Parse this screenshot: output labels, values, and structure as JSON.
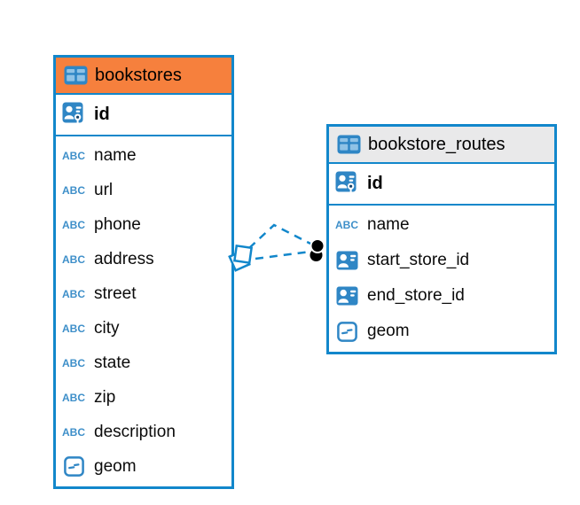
{
  "colors": {
    "table_border_blue": "#1287CB",
    "bookstores_header_bg": "#F6803D",
    "routes_header_bg": "#E9E9EA",
    "icon_fill_blue": "#2F86C5",
    "icon_cell_light_blue": "#8FC2E6",
    "text_icon_blue": "#3E8FC9",
    "relation_line_blue": "#1287CB",
    "relation_dot_black": "#000000",
    "text_black": "#0b0b0b"
  },
  "icon_glyphs": {
    "text_type": "ABC"
  },
  "tables": [
    {
      "title": "bookstores",
      "pk": {
        "label": "id"
      },
      "columns": [
        {
          "label": "name"
        },
        {
          "label": "url"
        },
        {
          "label": "phone"
        },
        {
          "label": "address"
        },
        {
          "label": "street"
        },
        {
          "label": "city"
        },
        {
          "label": "state"
        },
        {
          "label": "zip"
        },
        {
          "label": "description"
        },
        {
          "label": "geom"
        }
      ]
    },
    {
      "title": "bookstore_routes",
      "pk": {
        "label": "id"
      },
      "columns": [
        {
          "label": "name"
        },
        {
          "label": "start_store_id"
        },
        {
          "label": "end_store_id"
        },
        {
          "label": "geom"
        }
      ]
    }
  ],
  "relations": [
    {
      "from_table": "bookstores",
      "to_table": "bookstore_routes",
      "line_style": "dashed",
      "source_marker": "diamond",
      "target_marker": "dot"
    },
    {
      "from_table": "bookstores",
      "to_table": "bookstore_routes",
      "line_style": "dashed",
      "source_marker": "diamond",
      "target_marker": "dot"
    }
  ]
}
